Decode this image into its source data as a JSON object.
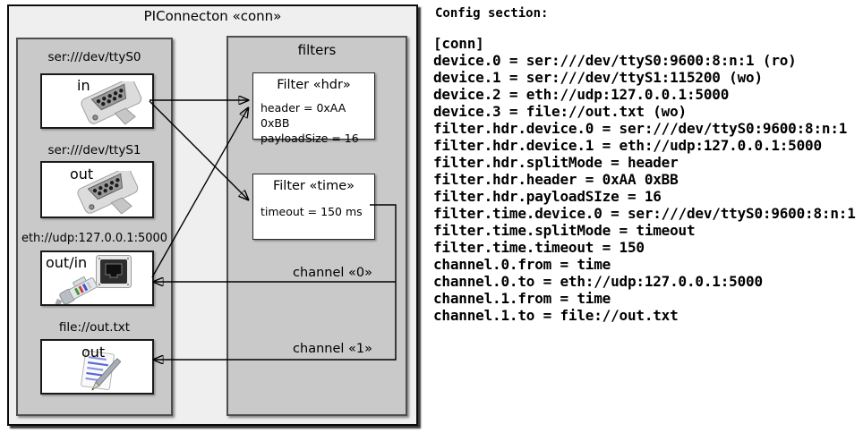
{
  "diagram": {
    "title": "PIConnecton «conn»",
    "devices_panel": {
      "devices": [
        {
          "address": "ser:///dev/ttyS0",
          "role": "in",
          "icon": "serial-connector-icon"
        },
        {
          "address": "ser:///dev/ttyS1",
          "role": "out",
          "icon": "serial-connector-icon"
        },
        {
          "address": "eth://udp:127.0.0.1:5000",
          "role": "out/in",
          "icon": "ethernet-icon"
        },
        {
          "address": "file://out.txt",
          "role": "out",
          "icon": "notepad-icon"
        }
      ]
    },
    "filters_panel": {
      "title": "filters",
      "filters": [
        {
          "title": "Filter «hdr»",
          "attributes": [
            "header = 0xAA 0xBB",
            "payloadSize = 16"
          ]
        },
        {
          "title": "Filter «time»",
          "attributes": [
            "timeout = 150 ms"
          ]
        }
      ]
    },
    "channel_labels": [
      "channel «0»",
      "channel «1»"
    ]
  },
  "config": {
    "heading": "Config section:",
    "lines": [
      "[conn]",
      "device.0 = ser:///dev/ttyS0:9600:8:n:1 (ro)",
      "device.1 = ser:///dev/ttyS1:115200 (wo)",
      "device.2 = eth://udp:127.0.0.1:5000",
      "device.3 = file://out.txt (wo)",
      "filter.hdr.device.0 = ser:///dev/ttyS0:9600:8:n:1",
      "filter.hdr.device.1 = eth://udp:127.0.0.1:5000",
      "filter.hdr.splitMode = header",
      "filter.hdr.header = 0xAA 0xBB",
      "filter.hdr.payloadSIze = 16",
      "filter.time.device.0 = ser:///dev/ttyS0:9600:8:n:1",
      "filter.time.splitMode = timeout",
      "filter.time.timeout = 150",
      "channel.0.from = time",
      "channel.0.to = eth://udp:127.0.0.1:5000",
      "channel.1.from = time",
      "channel.1.to = file://out.txt"
    ]
  },
  "colors": {
    "outer_box_fill": "#efefef",
    "panel_fill": "#c9c9c9",
    "box_fill": "#ffffff",
    "line": "#000000"
  }
}
